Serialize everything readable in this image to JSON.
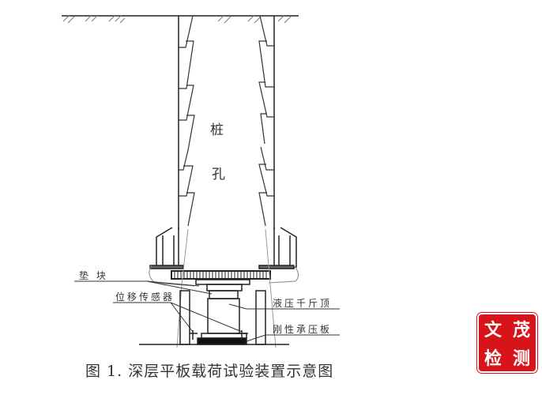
{
  "diagram": {
    "pile_label_1": "桩",
    "pile_label_2": "孔",
    "labels": {
      "pad_block": "垫 块",
      "displacement_sensor": "位移传感器",
      "hydraulic_jack": "液压千斤顶",
      "rigid_bearing_plate": "刚性承压板"
    },
    "caption": "图 1.  深层平板载荷试验装置示意图"
  },
  "seal": {
    "chars": [
      "文",
      "茂",
      "检",
      "测"
    ],
    "color": "#d8141b"
  }
}
